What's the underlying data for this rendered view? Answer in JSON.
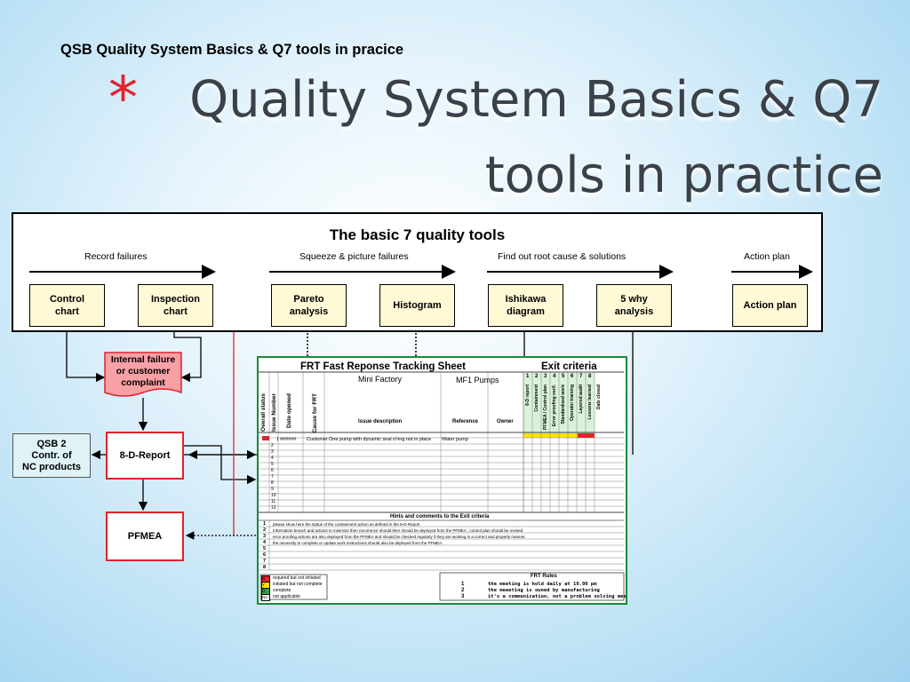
{
  "slide": {
    "subtitle": "QSB Quality System Basics & Q7 tools  in pracice",
    "bullet": "*",
    "title_line1": "Quality System Basics & Q7",
    "title_line2": "tools in practice"
  },
  "tools_panel": {
    "heading": "The basic 7 quality tools",
    "categories": [
      "Record failures",
      "Squeeze & picture failures",
      "Find out  root cause & solutions",
      "Action plan"
    ],
    "tools": [
      {
        "line1": "Control",
        "line2": "chart"
      },
      {
        "line1": "Inspection",
        "line2": "chart"
      },
      {
        "line1": "Pareto",
        "line2": "analysis"
      },
      {
        "line1": "Histogram",
        "line2": ""
      },
      {
        "line1": "Ishikawa",
        "line2": "diagram"
      },
      {
        "line1": "5 why",
        "line2": "analysis"
      },
      {
        "line1": "Action plan",
        "line2": ""
      }
    ]
  },
  "flow": {
    "internal_failure": [
      "Internal failure",
      "or customer",
      "complaint"
    ],
    "qsb2": [
      "QSB 2",
      "Contr. of",
      "NC products"
    ],
    "report_8d": "8-D-Report",
    "pfmea": "PFMEA"
  },
  "frt_sheet": {
    "title": "FRT Fast Reponse Tracking Sheet",
    "exit_title": "Exit criteria",
    "plant": "Mini Factory",
    "product": "MF1 Pumps",
    "columns": [
      "Overall status",
      "Issue Number",
      "Date opened",
      "Cause for FRT",
      "Issue description",
      "Reference",
      "Owner"
    ],
    "exit_numbers": [
      "1",
      "2",
      "3",
      "4",
      "5",
      "6",
      "7",
      "8"
    ],
    "exit_columns": [
      "8-D report",
      "Containment",
      "PFMEA / Control plan",
      "Error proofing verif.",
      "Standardized work",
      "Operator training",
      "Layered audit",
      "Lessons learned",
      "Date closed"
    ],
    "row1": {
      "number": "1",
      "date": "######",
      "cause": "Customer",
      "issue": "One pump with dynamic seal o'ring not in place",
      "reference": "Water pump"
    },
    "row_numbers": [
      "2",
      "3",
      "4",
      "5",
      "6",
      "7",
      "8",
      "9",
      "10",
      "11",
      "12"
    ],
    "hints_title": "Hints and comments to the Exit criteria",
    "hints": [
      "please show here the status of the containment action as defined in the 8-D-Report",
      "Information breach and actions to minimize then recurrence should then should be deployed from the PFMEA ; control plan should be revised.",
      "error proofing actions are also deployed from the PFMEA and should be checked regularly if they are working in a correct and properly manner.",
      "the necessity to complete or update work instructions should also be deployed from the PFMEA.",
      "",
      "",
      "",
      ""
    ],
    "legend": [
      {
        "code": "R",
        "text": "required but not initiated",
        "color": "#e2232a"
      },
      {
        "code": "Y",
        "text": "initiated but not complete",
        "color": "#ffe600"
      },
      {
        "code": "G",
        "text": "complete",
        "color": "#2f9e44"
      },
      {
        "code": "NA",
        "text": "not applicable",
        "color": "#ffffff"
      }
    ],
    "rules_title": "FRT Rules",
    "rules": [
      {
        "n": "1",
        "text": "the meeting is hold daily  at 10.00 pm"
      },
      {
        "n": "2",
        "text": "the meeeting is owned by manufacturing"
      },
      {
        "n": "3",
        "text": "it's a communication, not a problem solving meeting"
      }
    ]
  },
  "colors": {
    "accent": "#e2232a",
    "tool_fill": "#fff9d6",
    "sheet_border": "#1c8a3a"
  }
}
